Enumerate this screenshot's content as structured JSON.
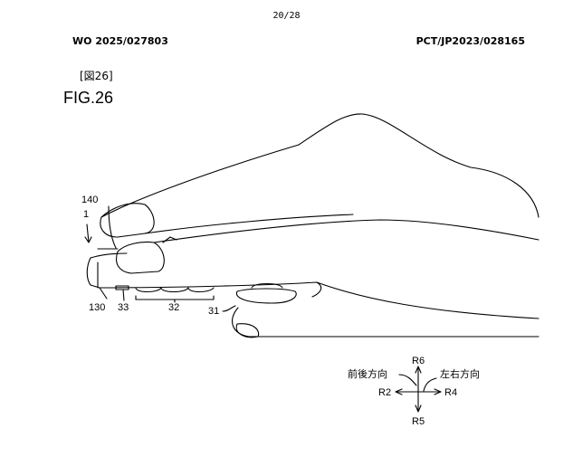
{
  "header": {
    "page_number": "20/28",
    "publication_number": "WO 2025/027803",
    "application_number": "PCT/JP2023/028165"
  },
  "figure": {
    "tag": "[図26]",
    "label": "FIG.26",
    "reference_numerals": {
      "device": "1",
      "part_140": "140",
      "part_130": "130",
      "part_33": "33",
      "part_32": "32",
      "part_31": "31"
    },
    "direction_legend": {
      "up": "R6",
      "down": "R5",
      "left": "R2",
      "right": "R4",
      "front_back": "前後方向",
      "left_right": "左右方向"
    }
  }
}
